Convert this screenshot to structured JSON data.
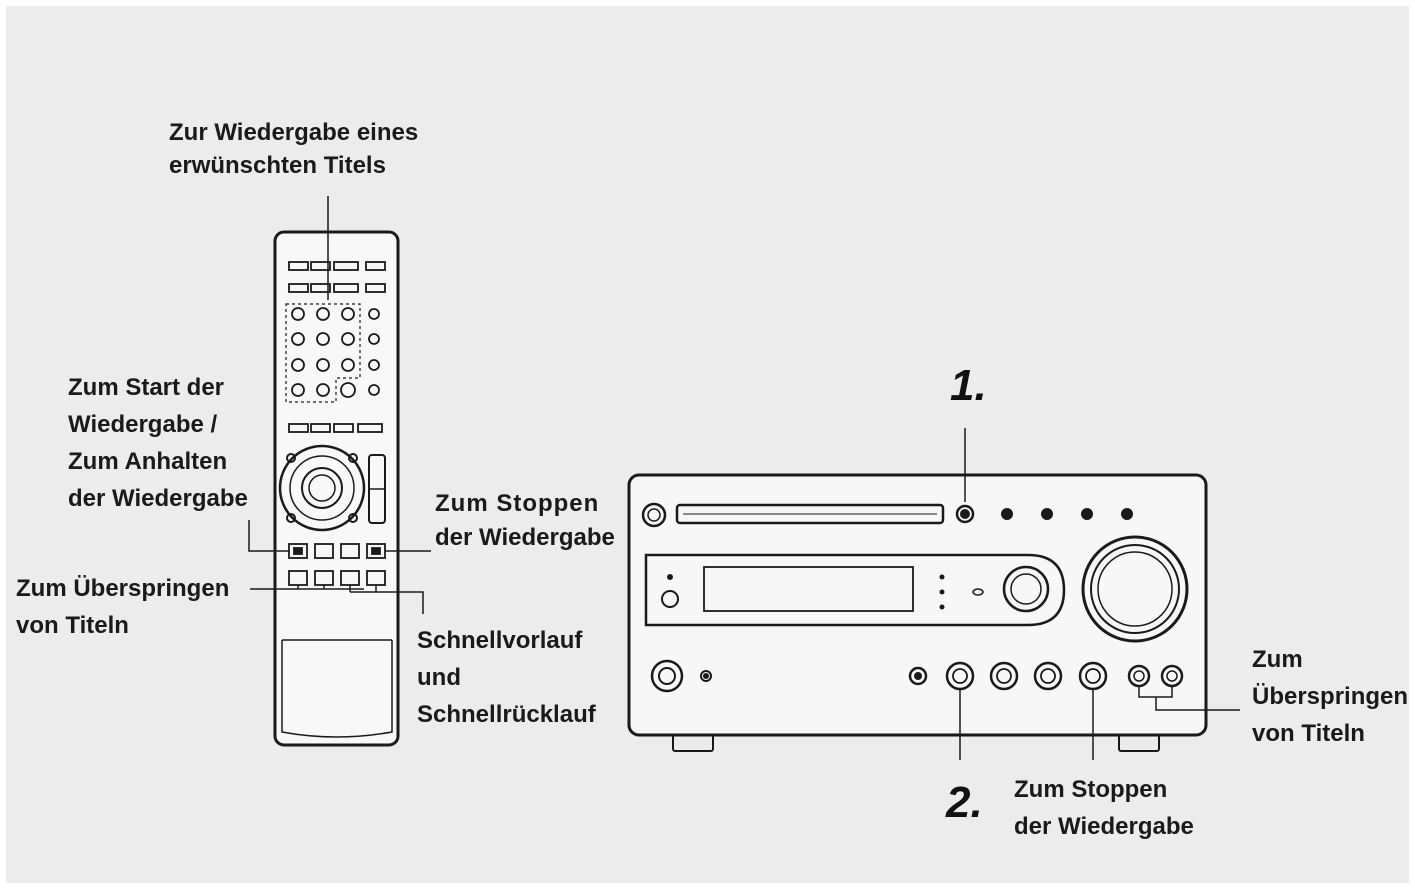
{
  "labels": {
    "title_track_line1": "Zur Wiedergabe eines",
    "title_track_line2": "erwünschten Titels",
    "start_line1": "Zum Start der",
    "start_line2": "Wiedergabe /",
    "start_line3": "Zum Anhalten",
    "start_line4": "der Wiedergabe",
    "stop_remote_line1": "Zum Stoppen",
    "stop_remote_line2": "der Wiedergabe",
    "skip_remote_line1": "Zum Überspringen",
    "skip_remote_line2": "von Titeln",
    "ff_line1": "Schnellvorlauf",
    "ff_line2": "und",
    "ff_line3": "Schnellrücklauf",
    "skip_unit_line1": "Zum",
    "skip_unit_line2": "Überspringen",
    "skip_unit_line3": "von Titeln",
    "stop_unit_line1": "Zum Stoppen",
    "stop_unit_line2": "der Wiedergabe"
  },
  "steps": {
    "one": "1.",
    "two": "2."
  },
  "colors": {
    "background": "#ececec",
    "line": "#1a1a1a",
    "device": "#f7f7f7"
  }
}
